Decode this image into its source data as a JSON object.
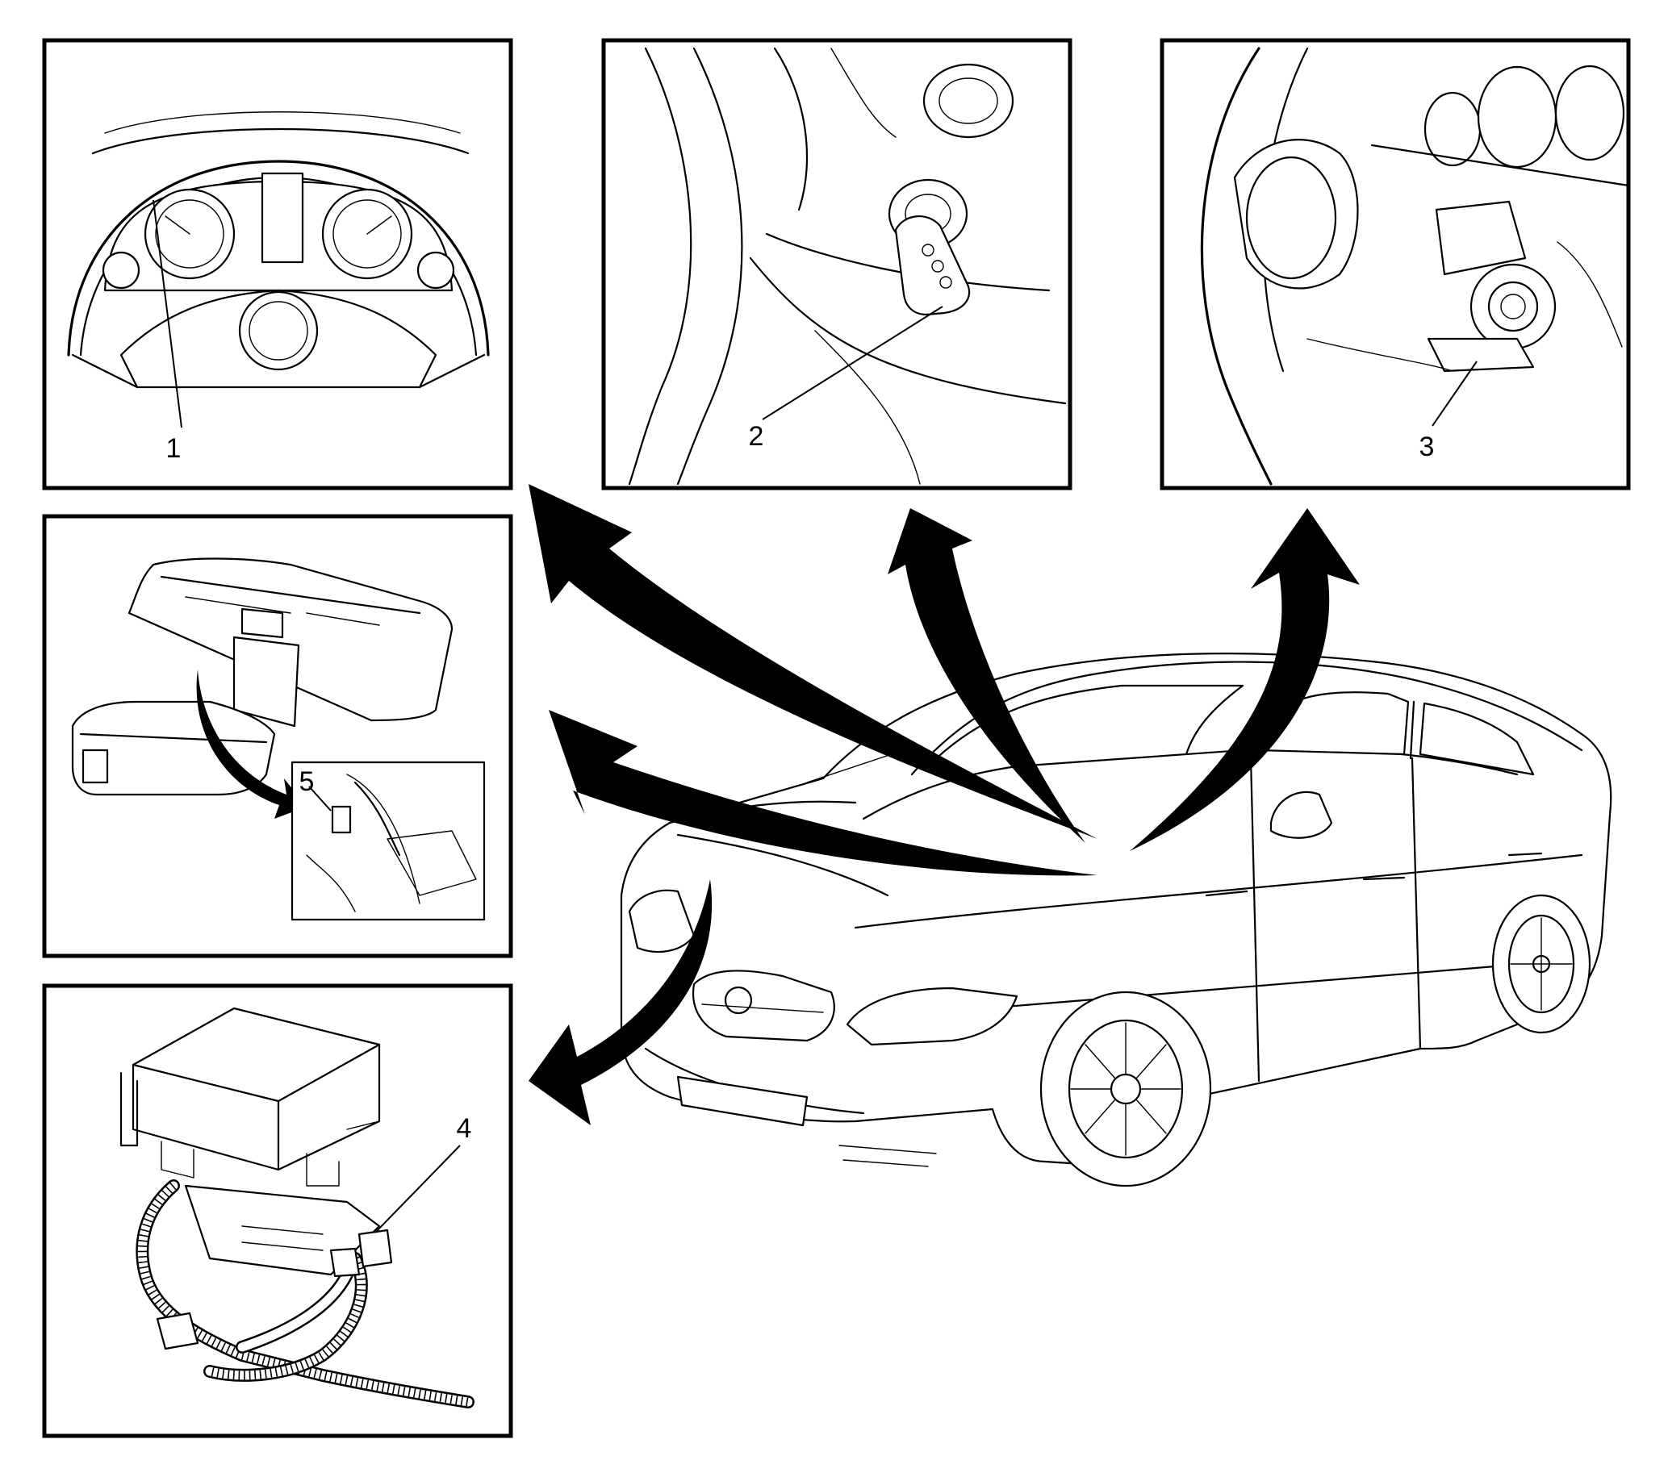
{
  "callouts": {
    "c1": "1",
    "c2": "2",
    "c3": "3",
    "c4": "4",
    "c5": "5"
  },
  "colors": {
    "line": "#000000",
    "background": "#ffffff"
  },
  "icons": {
    "arrow": "curved-arrow",
    "vehicle": "sedan-line-drawing"
  }
}
